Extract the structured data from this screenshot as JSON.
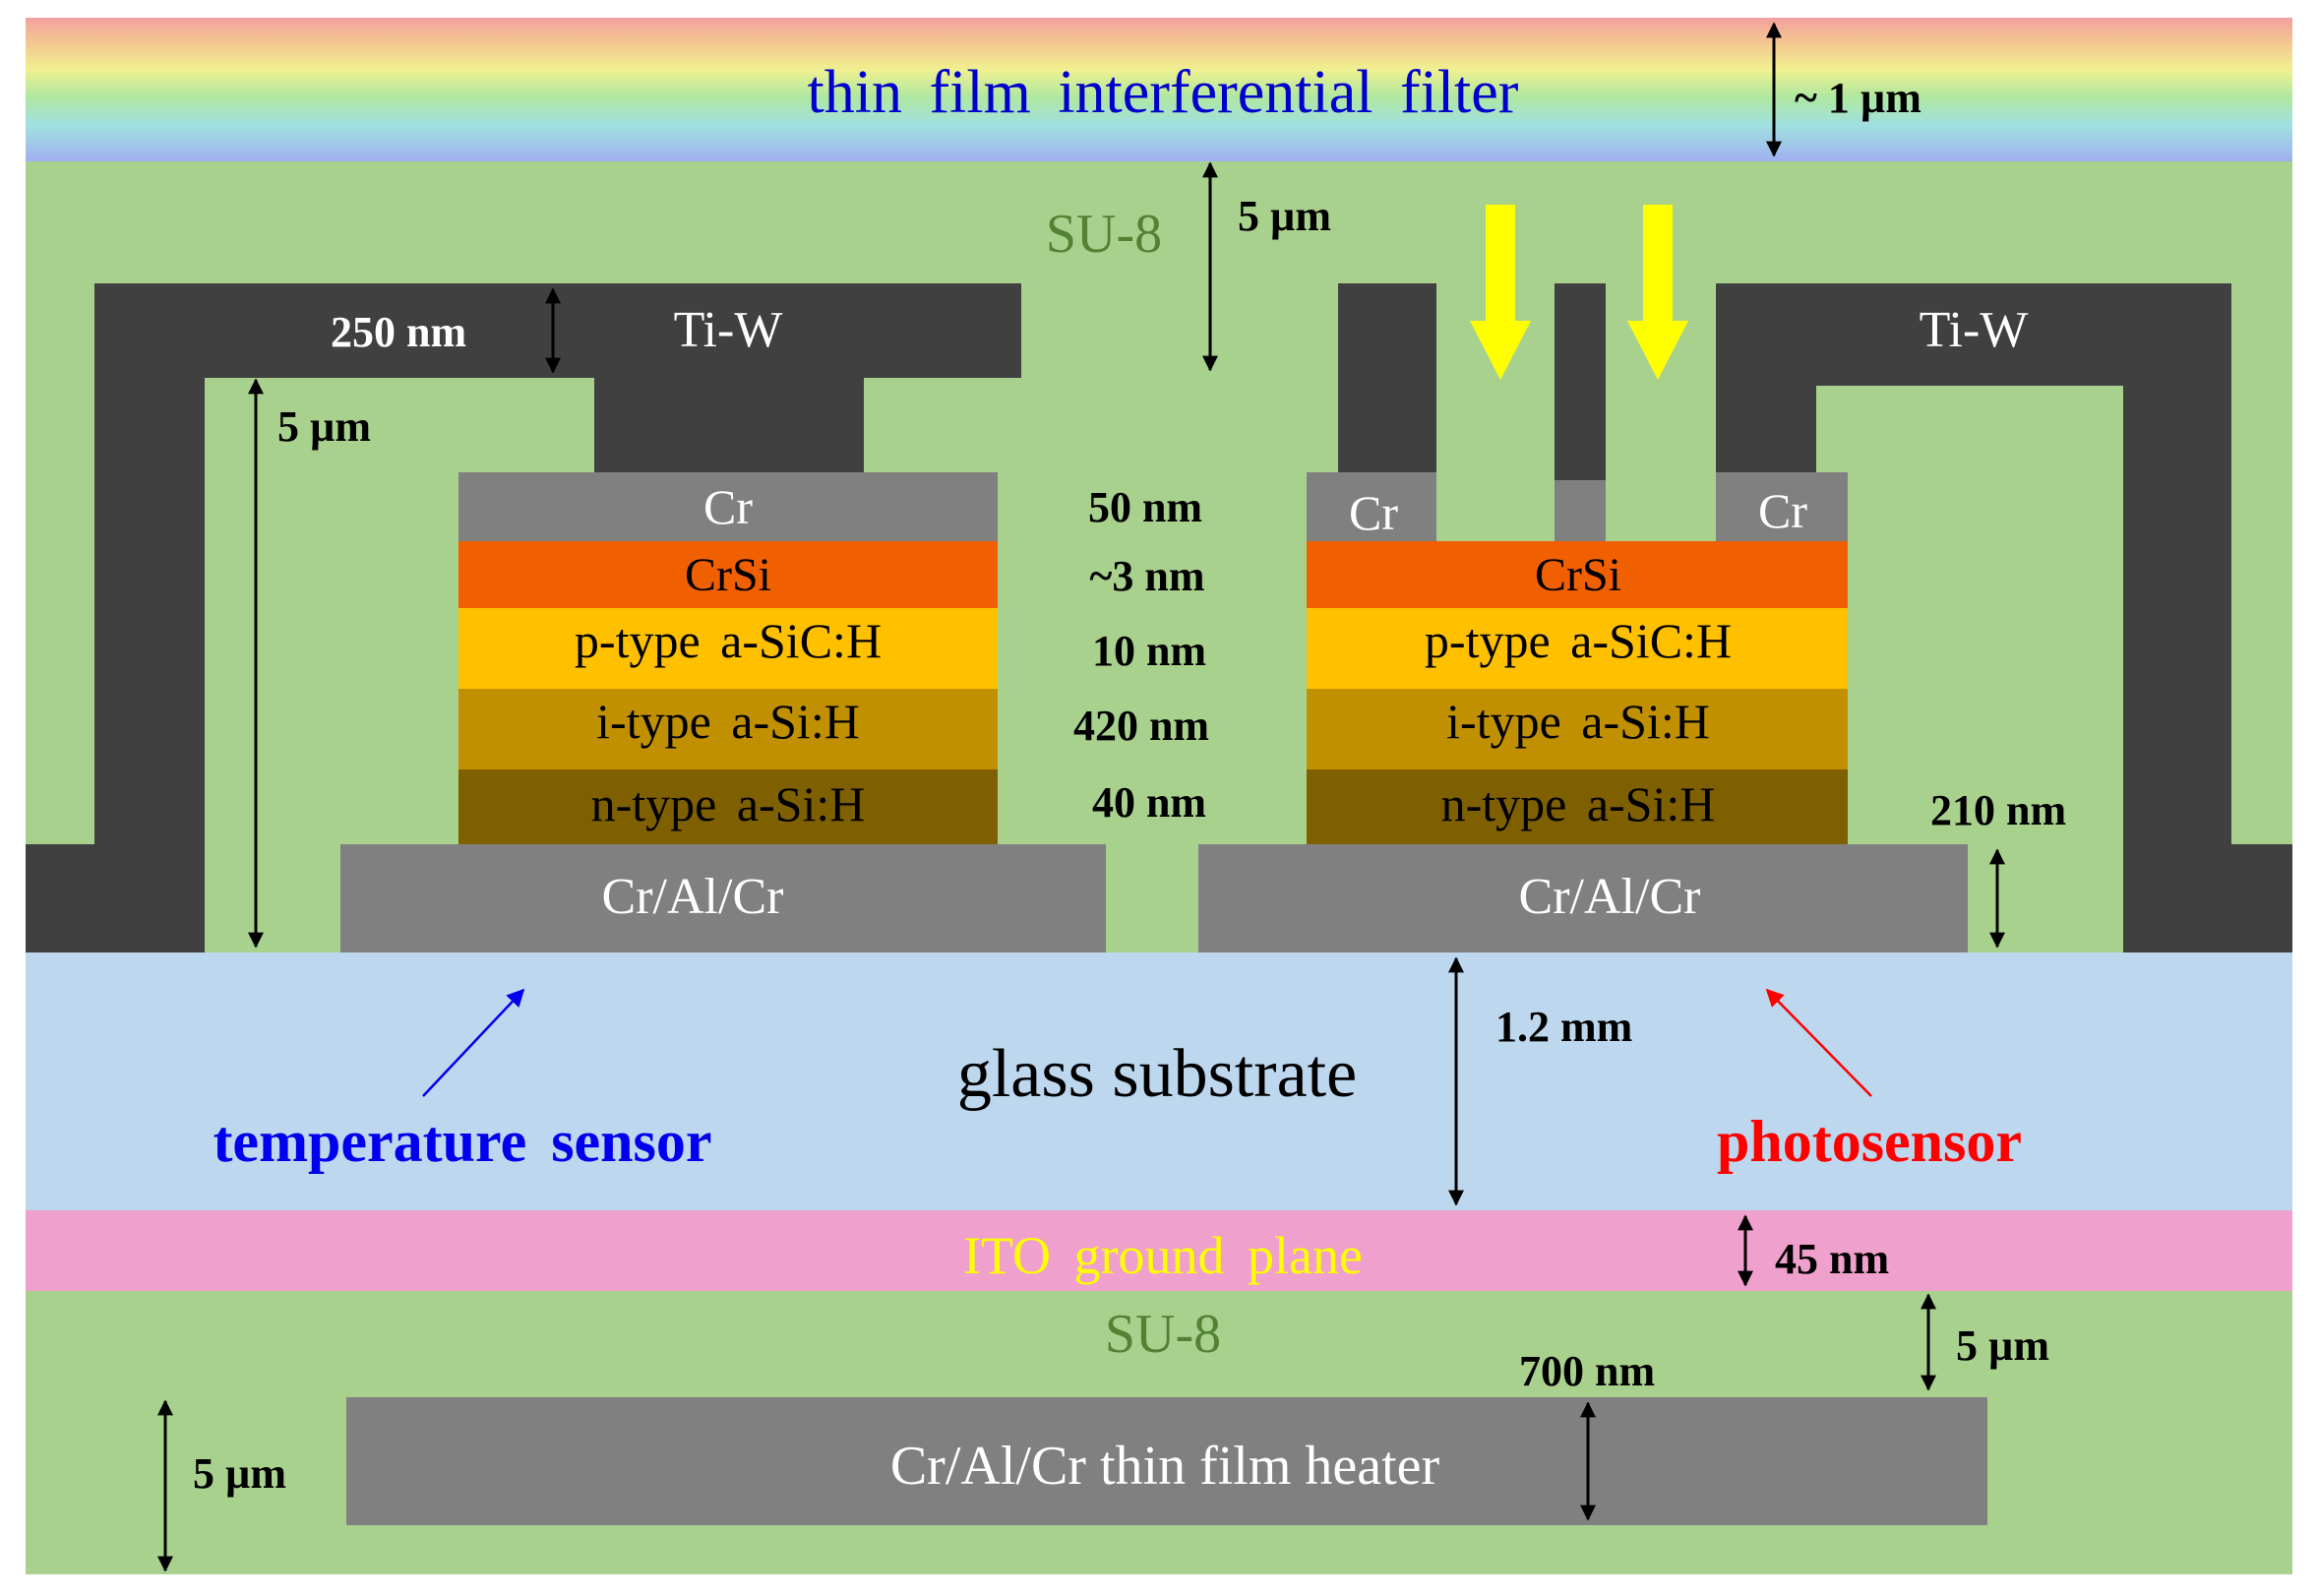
{
  "colors": {
    "su8": "#a9d18e",
    "tiw": "#404040",
    "cr": "#808080",
    "crsi": "#f06000",
    "p_type": "#ffc000",
    "i_type": "#c09000",
    "n_type": "#7f6000",
    "glass": "#bdd7ee",
    "ito": "#f0a0cc",
    "ito_text": "#ffff00",
    "light_arrow": "#ffff00",
    "temp_label": "#0000ee",
    "photo_label": "#ff0000",
    "filter_text": "#0000cc",
    "su8_text": "#548235",
    "black": "#000000",
    "white": "#ffffff"
  },
  "filter": {
    "label": "thin film interferential filter",
    "thickness": "~ 1 µm"
  },
  "su8_top": {
    "label": "SU-8",
    "thickness": "5 µm"
  },
  "su8_bottom": {
    "label": "SU-8",
    "thickness": "5 µm"
  },
  "tiw": {
    "label_left": "Ti-W",
    "label_right": "Ti-W",
    "thickness": "250 nm",
    "height": "5 µm"
  },
  "stack": {
    "cr": {
      "label": "Cr",
      "thickness": "50 nm"
    },
    "crsi": {
      "label": "CrSi",
      "thickness": "~3 nm"
    },
    "p_type": {
      "label": "p-type a-SiC:H",
      "thickness": "10 nm"
    },
    "i_type": {
      "label": "i-type a-Si:H",
      "thickness": "420 nm"
    },
    "n_type": {
      "label": "n-type a-Si:H",
      "thickness": "40 nm"
    },
    "right_cr_left": "Cr",
    "right_cr_right": "Cr"
  },
  "bottom_contact": {
    "label_left": "Cr/Al/Cr",
    "label_right": "Cr/Al/Cr",
    "thickness": "210 nm"
  },
  "glass": {
    "label": "glass substrate",
    "thickness": "1.2 mm"
  },
  "ito": {
    "label": "ITO ground plane",
    "thickness": "45 nm"
  },
  "heater": {
    "label": "Cr/Al/Cr thin film heater",
    "thickness": "700 nm",
    "su8_thickness": "5 µm"
  },
  "sensors": {
    "temperature": "temperature sensor",
    "photo": "photosensor"
  }
}
